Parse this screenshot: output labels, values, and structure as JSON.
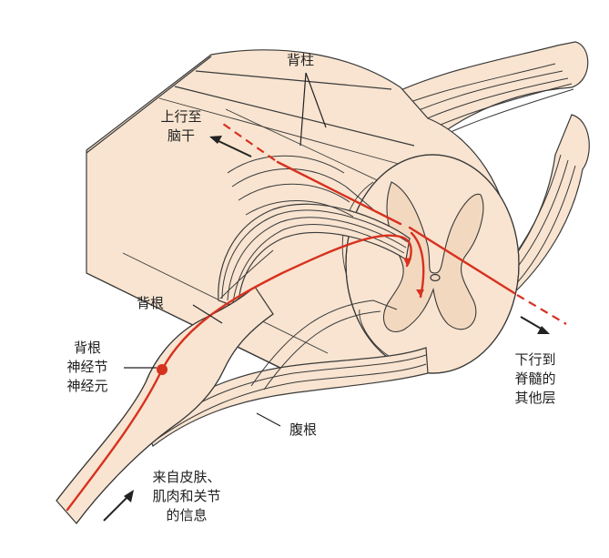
{
  "labels": {
    "dorsal_column": "背柱",
    "ascending": "上行至\n脑干",
    "dorsal_root": "背根",
    "ganglion_neuron": "背根\n神经节\n神经元",
    "ventral_root": "腹根",
    "descending": "下行到\n脊髓的\n其他层",
    "input": "来自皮肤、\n肌肉和关节\n的信息"
  },
  "colors": {
    "tissue_fill": "#f8e4d0",
    "tissue_fill_dark": "#efcfb4",
    "gray_matter": "#f3d8c0",
    "outline": "#3a3a3a",
    "pathway": "#d7311f",
    "leader": "#222222"
  },
  "icons": {
    "ascending_arrow": "arrow-up-left-icon",
    "descending_arrow": "arrow-down-right-icon",
    "input_arrow": "arrow-up-right-icon",
    "ganglion_cell": "neuron-cell-body-icon"
  }
}
